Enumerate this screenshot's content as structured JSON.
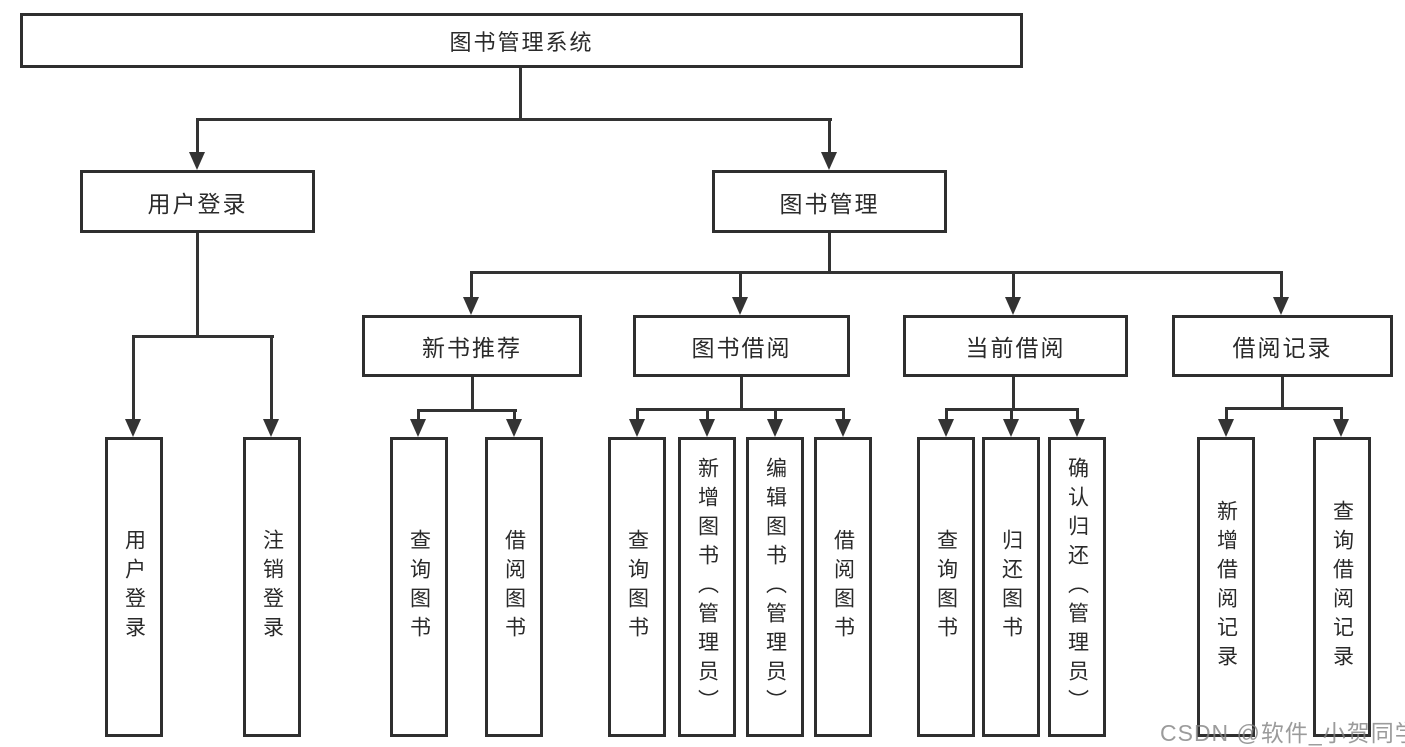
{
  "diagram": {
    "title": "图书管理系统",
    "watermark": "CSDN @软件_小贺同学",
    "colors": {
      "line": "#333333",
      "box_border": "#2f2f2f",
      "text": "#2a2a2a",
      "watermark": "#828282",
      "background": "#ffffff"
    },
    "nodes": {
      "root": {
        "label": "图书管理系统"
      },
      "login": {
        "label": "用户登录"
      },
      "mgmt": {
        "label": "图书管理"
      },
      "newbooks": {
        "label": "新书推荐"
      },
      "bookborrow": {
        "label": "图书借阅"
      },
      "current": {
        "label": "当前借阅"
      },
      "records": {
        "label": "借阅记录"
      },
      "login_user": {
        "label": "用户登录"
      },
      "login_logout": {
        "label": "注销登录"
      },
      "nb_query": {
        "label": "查询图书"
      },
      "nb_borrow": {
        "label": "借阅图书"
      },
      "bb_query": {
        "label": "查询图书"
      },
      "bb_add": {
        "label": "新增图书（管理员）"
      },
      "bb_edit": {
        "label": "编辑图书（管理员）"
      },
      "bb_borrow": {
        "label": "借阅图书"
      },
      "cb_query": {
        "label": "查询图书"
      },
      "cb_return": {
        "label": "归还图书"
      },
      "cb_confirm": {
        "label": "确认归还（管理员）"
      },
      "rec_add": {
        "label": "新增借阅记录"
      },
      "rec_query": {
        "label": "查询借阅记录"
      }
    },
    "tree": {
      "root": "图书管理系统",
      "children": [
        {
          "label": "用户登录",
          "children": [
            "用户登录",
            "注销登录"
          ]
        },
        {
          "label": "图书管理",
          "children": [
            {
              "label": "新书推荐",
              "children": [
                "查询图书",
                "借阅图书"
              ]
            },
            {
              "label": "图书借阅",
              "children": [
                "查询图书",
                "新增图书（管理员）",
                "编辑图书（管理员）",
                "借阅图书"
              ]
            },
            {
              "label": "当前借阅",
              "children": [
                "查询图书",
                "归还图书",
                "确认归还（管理员）"
              ]
            },
            {
              "label": "借阅记录",
              "children": [
                "新增借阅记录",
                "查询借阅记录"
              ]
            }
          ]
        }
      ]
    }
  }
}
